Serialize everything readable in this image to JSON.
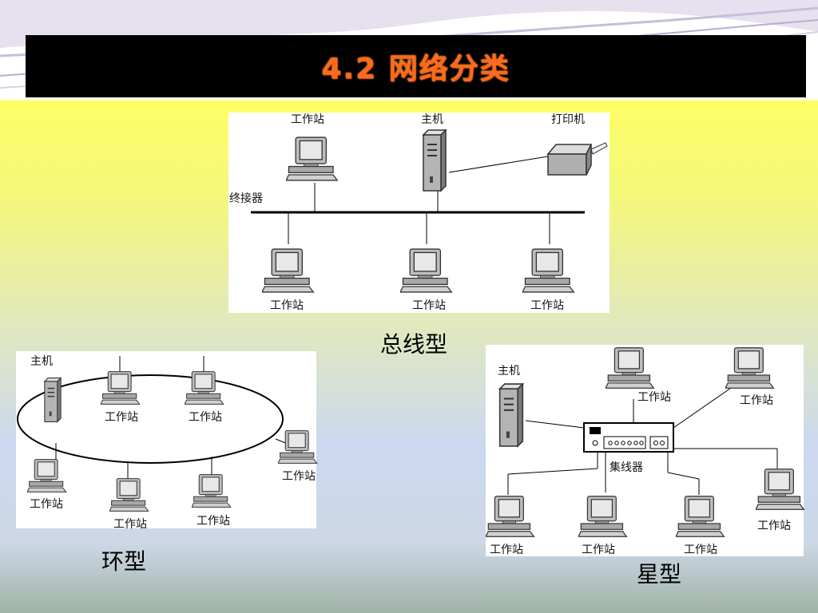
{
  "title": "4.2  网络分类",
  "bus": {
    "caption": "总线型",
    "top_workstation": "工作站",
    "host": "主机",
    "printer": "打印机",
    "terminator": "终接器",
    "bottom_workstations": [
      "工作站",
      "工作站",
      "工作站"
    ]
  },
  "ring": {
    "caption": "环型",
    "host": "主机",
    "workstations": [
      "工作站",
      "工作站",
      "工作站",
      "工作站",
      "工作站",
      "工作站"
    ]
  },
  "star": {
    "caption": "星型",
    "host": "主机",
    "hub": "集线器",
    "workstations": [
      "工作站",
      "工作站",
      "工作站",
      "工作站",
      "工作站",
      "工作站"
    ]
  },
  "colors": {
    "title_bg": "#000000",
    "title_text": "#ff6a1a",
    "panel_bg": "#ffffff",
    "line": "#000000"
  }
}
